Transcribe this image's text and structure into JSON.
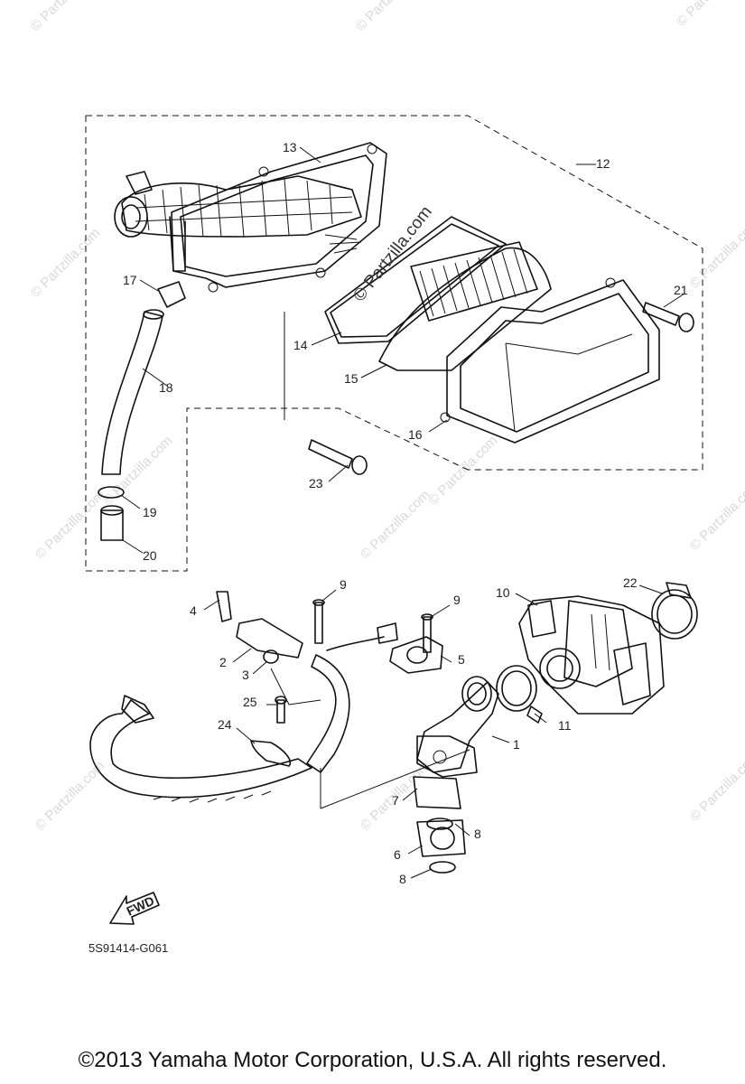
{
  "diagram": {
    "callouts": [
      "1",
      "2",
      "3",
      "4",
      "5",
      "6",
      "7",
      "8",
      "8",
      "9",
      "9",
      "10",
      "11",
      "12",
      "13",
      "14",
      "15",
      "16",
      "17",
      "18",
      "19",
      "20",
      "21",
      "22",
      "23",
      "24",
      "25"
    ],
    "watermark_main": "© Partzilla.com",
    "watermark_repeat": "© Partzilla.com",
    "fwd_label": "FWD",
    "diagram_code": "5S91414-G061"
  },
  "footer": {
    "copyright": "©2013  Yamaha Motor Corporation, U.S.A. All rights reserved."
  }
}
